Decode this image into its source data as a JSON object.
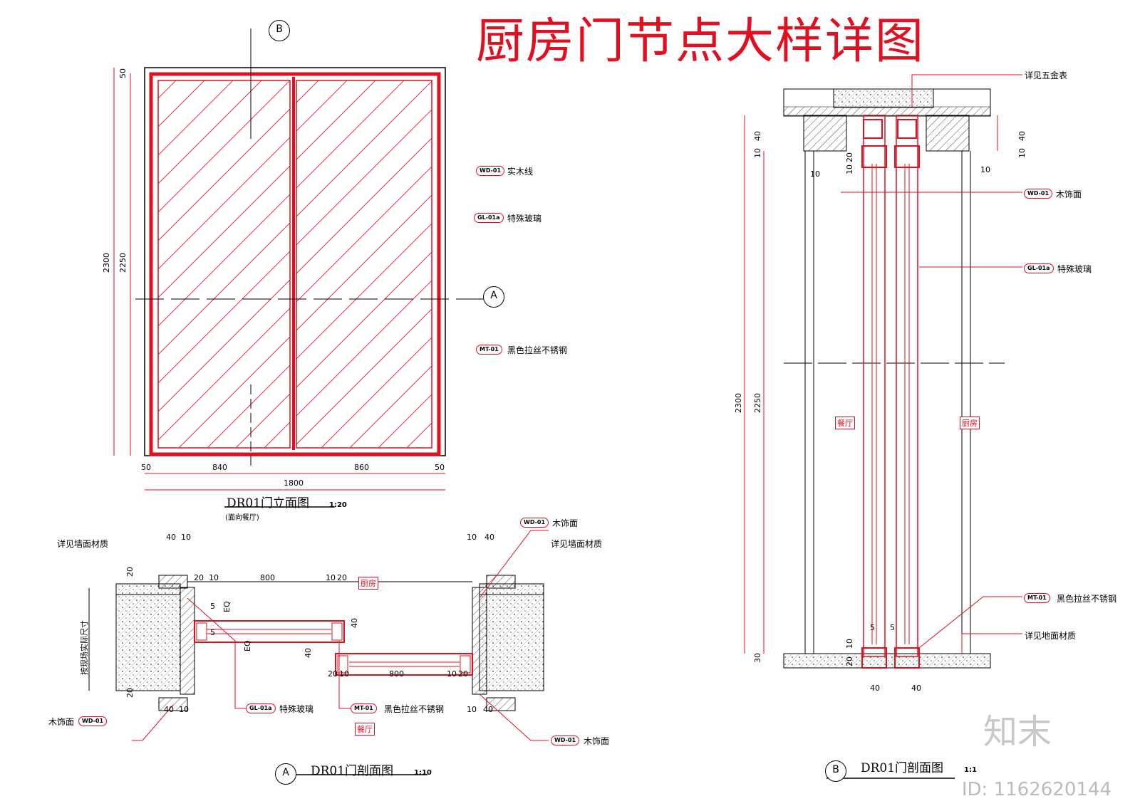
{
  "title": "厨房门节点大样详图",
  "elevation": {
    "caption": "DR01门立面图",
    "scale": "1:20",
    "subcaption": "(面向餐厅)",
    "section_marks": [
      "B",
      "A"
    ],
    "dims": {
      "h_total": "2300",
      "h_inner": "2250",
      "h_top": "50",
      "w_left_edge": "50",
      "w_left": "840",
      "w_right": "860",
      "w_right_edge": "50",
      "w_total": "1800"
    },
    "callouts": [
      {
        "code": "WD-01",
        "text": "实木线"
      },
      {
        "code": "GL-01a",
        "text": "特殊玻璃"
      },
      {
        "code": "MT-01",
        "text": "黑色拉丝不锈钢"
      }
    ]
  },
  "section_a": {
    "bubble": "A",
    "caption": "DR01门剖面图",
    "scale": "1:10",
    "rooms": {
      "top": "厨房",
      "bottom": "餐厅"
    },
    "side_note": "按现场实际尺寸",
    "dims": [
      "40",
      "10",
      "20",
      "10",
      "800",
      "10",
      "20",
      "EQ",
      "EQ",
      "40",
      "40",
      "20",
      "10",
      "800",
      "10",
      "20",
      "10",
      "40",
      "20",
      "20",
      "40",
      "10",
      "10",
      "40",
      "5",
      "5"
    ],
    "callouts": [
      {
        "code": "WD-01",
        "text": "木饰面"
      },
      {
        "code": "",
        "text": "详见墙面材质"
      },
      {
        "code": "",
        "text": "详见墙面材质"
      },
      {
        "code": "WD-01",
        "text": "木饰面"
      },
      {
        "code": "GL-01a",
        "text": "特殊玻璃"
      },
      {
        "code": "MT-01",
        "text": "黑色拉丝不锈钢"
      },
      {
        "code": "WD-01",
        "text": "木饰面"
      }
    ]
  },
  "section_b": {
    "bubble": "B",
    "caption": "DR01门剖面图",
    "scale": "1:1",
    "rooms": {
      "left": "餐厅",
      "right": "厨房"
    },
    "dims": {
      "h_total": "2300",
      "h_inner": "2250",
      "top_a": "40",
      "top_b": "10",
      "top_c": "10",
      "top_d": "20",
      "side_l": "10",
      "side_r": "10",
      "right_a": "40",
      "right_b": "10",
      "bot_a": "30",
      "bot_b": "10",
      "bot_c": "20",
      "bot_d": "5",
      "bot_e": "5",
      "w_a": "40",
      "w_b": "40"
    },
    "callouts": [
      {
        "code": "",
        "text": "详见五金表"
      },
      {
        "code": "WD-01",
        "text": "木饰面"
      },
      {
        "code": "GL-01a",
        "text": "特殊玻璃"
      },
      {
        "code": "MT-01",
        "text": "黑色拉丝不锈钢"
      },
      {
        "code": "",
        "text": "详见地面材质"
      }
    ]
  },
  "watermark": {
    "brand": "知末",
    "id": "ID: 1162620144"
  },
  "colors": {
    "red": "#e01020",
    "line": "#000000"
  }
}
